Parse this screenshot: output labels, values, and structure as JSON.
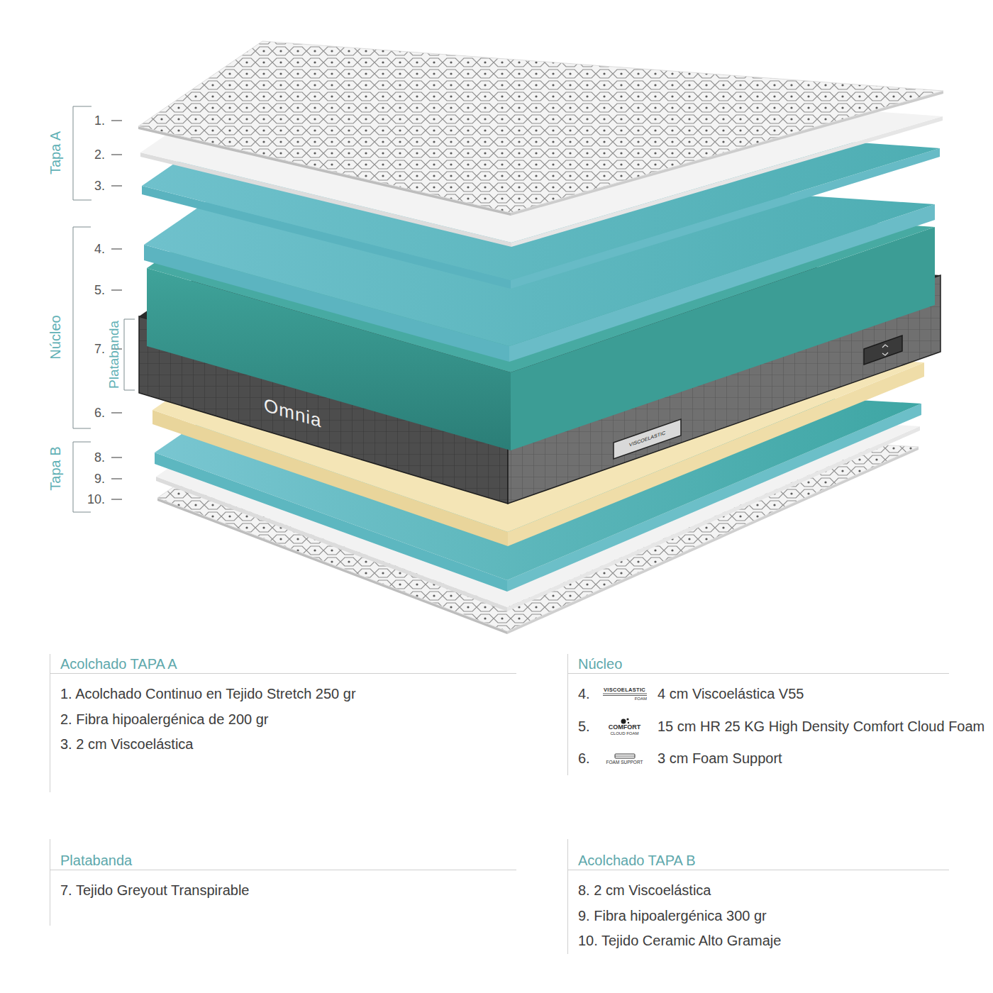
{
  "diagram": {
    "nodes": [
      {
        "text": [
          "Acolchado TAPA A",
          "1. Acolchado Continuo en Tejido Stretch 250 gr",
          "2. Fibra hipoalergénica de 200 gr",
          "3. 2 cm Viscoelástica"
        ]
      },
      {
        "text": [
          "Núcleo",
          "4.",
          "VISCOELASTIC",
          "FOAM",
          "4 cm Viscoelástica V55",
          "5.",
          "COMFORT",
          "CLOUD FOAM",
          "15 cm HR 25 KG High Density Comfort Cloud Foam",
          "6.",
          "FOAM SUPPORT",
          "3 cm Foam Support"
        ]
      },
      {
        "text": [
          "Platabanda",
          "7. Tejido Greyout Transpirable"
        ]
      },
      {
        "text": [
          "Acolchado TAPA B",
          "8. 2 cm Viscoelástica",
          "9. Fibra hipoalergénica 300 gr",
          "10. Tejido Ceramic Alto Gramaje"
        ]
      }
    ],
    "labels": [
      "Tapa A",
      "Núcleo",
      "Platabanda",
      "Tapa B",
      "1.",
      "2.",
      "3.",
      "4.",
      "5.",
      "7.",
      "6.",
      "8.",
      "9.",
      "10.",
      "Omnia",
      "VISCOELASTIC"
    ]
  }
}
